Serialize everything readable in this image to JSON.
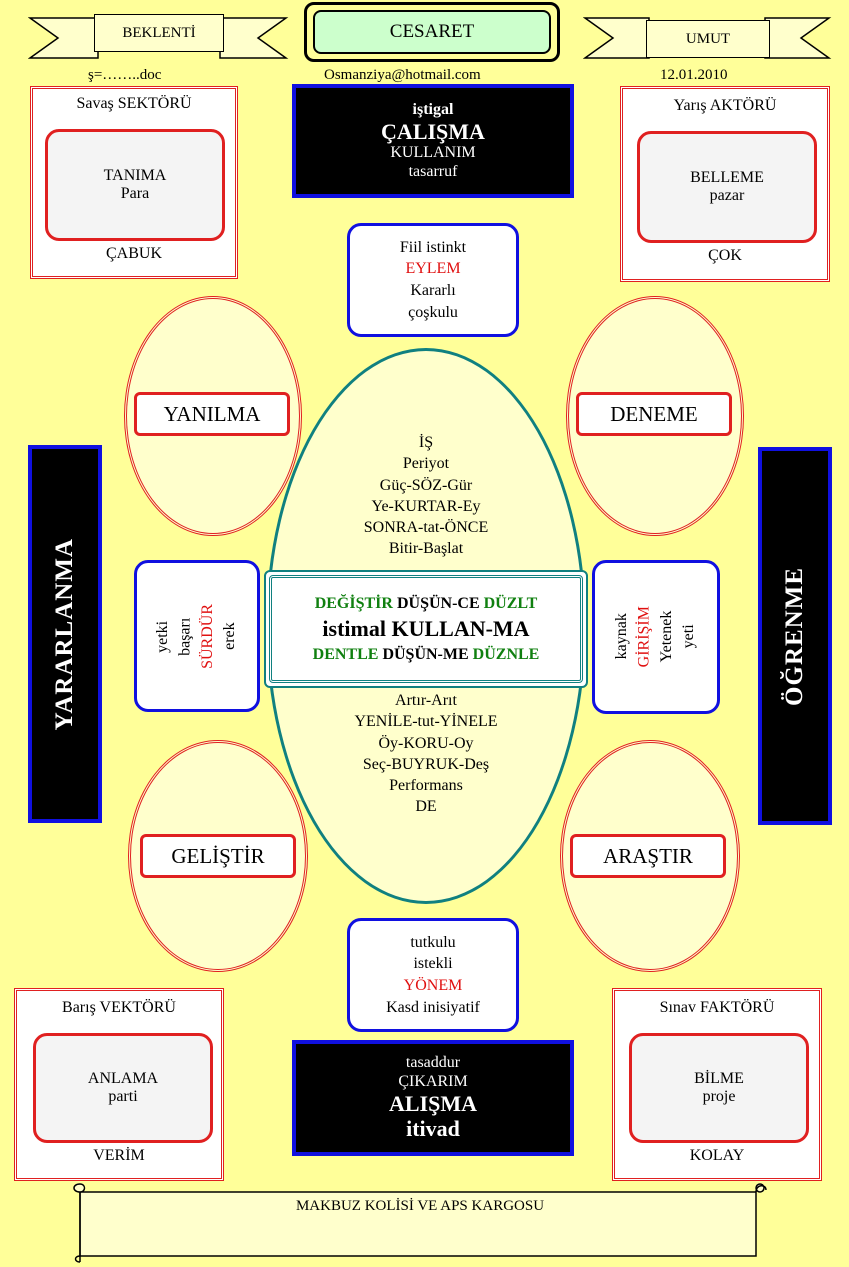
{
  "header": {
    "left_ribbon": "BEKLENTİ",
    "center_title": "CESARET",
    "right_ribbon": "UMUT",
    "file": "ş=……..doc",
    "email": "Osmanziya@hotmail.com",
    "date": "12.01.2010"
  },
  "top_left": {
    "title": "Savaş SEKTÖRÜ",
    "inner_1": "TANIMA",
    "inner_2": "Para",
    "footer": "ÇABUK"
  },
  "top_right": {
    "title": "Yarış AKTÖRÜ",
    "inner_1": "BELLEME",
    "inner_2": "pazar",
    "footer": "ÇOK"
  },
  "bottom_left": {
    "title": "Barış VEKTÖRÜ",
    "inner_1": "ANLAMA",
    "inner_2": "parti",
    "footer": "VERİM"
  },
  "bottom_right": {
    "title": "Sınav FAKTÖRÜ",
    "inner_1": "BİLME",
    "inner_2": "proje",
    "footer": "KOLAY"
  },
  "top_black": {
    "line1": "iştigal",
    "line2": "ÇALIŞMA",
    "line3": "KULLANIM",
    "line4": "tasarruf"
  },
  "bottom_black": {
    "line1": "tasaddur",
    "line2": "ÇIKARIM",
    "line3": "ALIŞMA",
    "line4": "itivad"
  },
  "top_blue": {
    "line1": "Fiil istinkt",
    "line2": "EYLEM",
    "line3": "Kararlı",
    "line4": "çoşkulu"
  },
  "bottom_blue": {
    "line1": "tutkulu",
    "line2": "istekli",
    "line3": "YÖNEM",
    "line4": "Kasd inisiyatif"
  },
  "left_blue": {
    "line1": "yetki",
    "line2": "başarı",
    "line3": "SÜRDÜR",
    "line4": "erek"
  },
  "right_blue": {
    "line1": "kaynak",
    "line2": "GİRİŞİM",
    "line3": "Yetenek",
    "line4": "yeti"
  },
  "ovals": {
    "top_left": "YANILMA",
    "top_right": "DENEME",
    "bottom_left": "GELİŞTİR",
    "bottom_right": "ARAŞTIR"
  },
  "side_left": "YARARLANMA",
  "side_right": "ÖĞRENME",
  "center": {
    "upper": [
      "İŞ",
      "Periyot",
      "Güç-SÖZ-Gür",
      "Ye-KURTAR-Ey",
      "SONRA-tat-ÖNCE",
      "Bitir-Başlat"
    ],
    "mid_row1_a": "DEĞİŞTİR",
    "mid_row1_b": "DÜŞÜN-CE",
    "mid_row1_c": "DÜZLT",
    "mid_row2": "istimal KULLAN-MA",
    "mid_row3_a": "DENTLE",
    "mid_row3_b": "DÜŞÜN-ME",
    "mid_row3_c": "DÜZNLE",
    "lower": [
      "Artır-Arıt",
      "YENİLE-tut-YİNELE",
      "Öy-KORU-Oy",
      "Seç-BUYRUK-Deş",
      "Performans",
      "DE"
    ]
  },
  "scroll": "MAKBUZ KOLİSİ VE APS KARGOSU",
  "colors": {
    "background": "#ffff99",
    "red": "#e02020",
    "blue": "#1010e0",
    "green": "#108010",
    "teal": "#108080"
  }
}
